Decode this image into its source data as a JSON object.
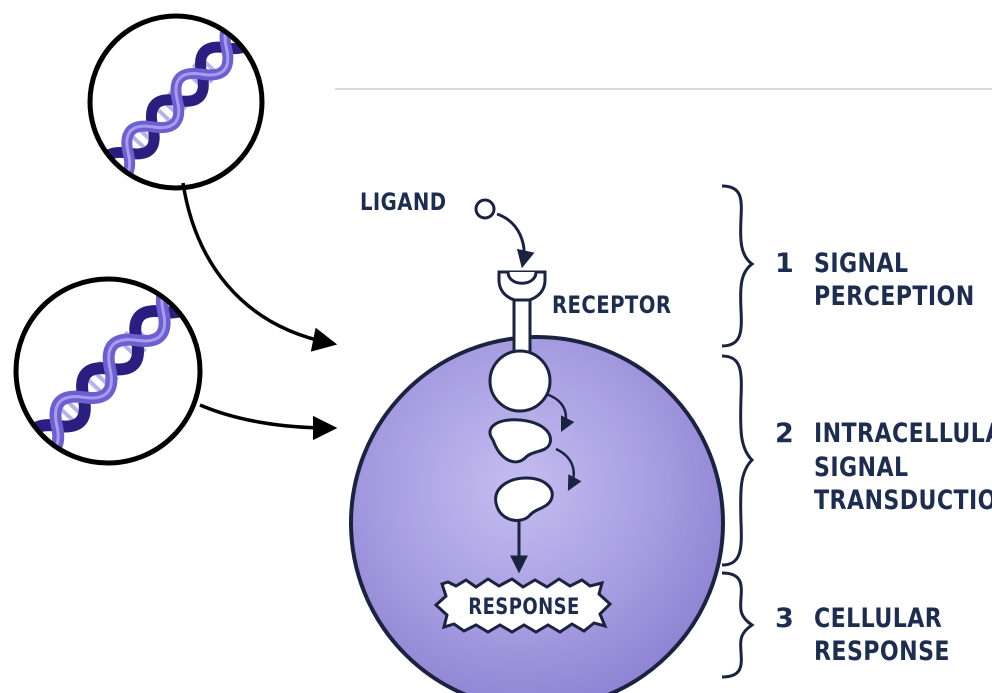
{
  "labels": {
    "ligand": "LIGAND",
    "receptor": "RECEPTOR",
    "response": "RESPONSE"
  },
  "stages": [
    {
      "number": "1",
      "lines": [
        "SIGNAL",
        "PERCEPTION"
      ]
    },
    {
      "number": "2",
      "lines": [
        "INTRACELLULAR",
        "SIGNAL",
        "TRANSDUCTION"
      ]
    },
    {
      "number": "3",
      "lines": [
        "CELLULAR",
        "RESPONSE"
      ]
    }
  ],
  "icons": [
    "dna-helix-icon",
    "dna-helix-icon"
  ],
  "colors": {
    "cell_fill": "#9b8fd6",
    "cell_outline": "#1a2340",
    "text": "#1d2d4f",
    "dna": "#5a4bc0",
    "dna_dark": "#2a1f80"
  }
}
